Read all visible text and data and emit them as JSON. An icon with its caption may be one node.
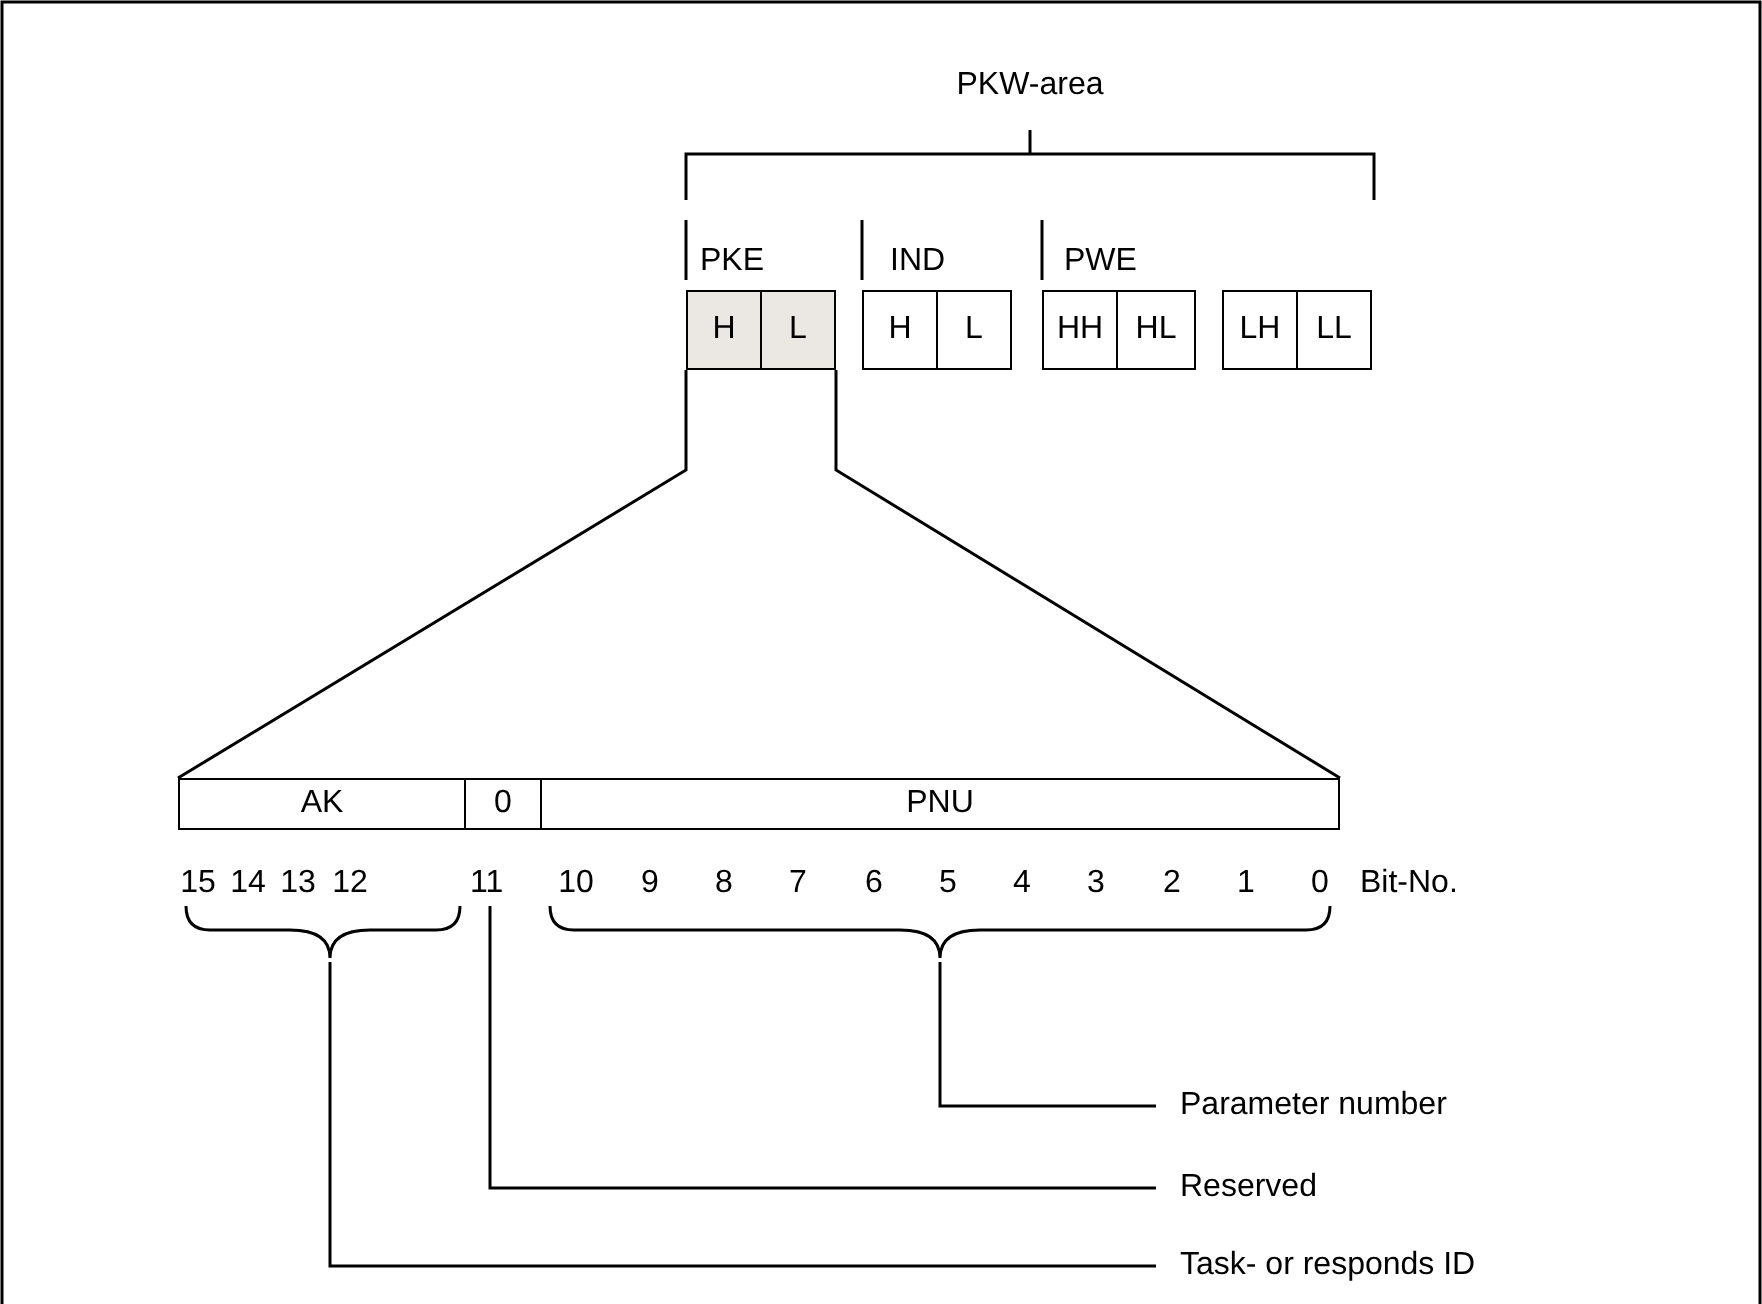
{
  "diagram": {
    "nodes": [
      {
        "text": [
          "H"
        ]
      },
      {
        "text": [
          "L"
        ]
      },
      {
        "text": [
          "H"
        ]
      },
      {
        "text": [
          "L"
        ]
      },
      {
        "text": [
          "HH"
        ]
      },
      {
        "text": [
          "HL"
        ]
      },
      {
        "text": [
          "LH"
        ]
      },
      {
        "text": [
          "LL"
        ]
      },
      {
        "text": [
          "AK"
        ]
      },
      {
        "text": [
          "0"
        ]
      },
      {
        "text": [
          "PNU"
        ]
      },
      {
        "text": [],
        "shape": "brace"
      },
      {
        "text": [
          "11"
        ]
      },
      {
        "text": [],
        "shape": "brace"
      },
      {
        "text": [
          "Parameter number"
        ]
      },
      {
        "text": [
          "Reserved"
        ]
      },
      {
        "text": [
          "Task- or responds ID"
        ]
      }
    ],
    "edges": [
      {
        "from": 0,
        "to": 8,
        "arrow": "none"
      },
      {
        "from": 1,
        "to": 10,
        "arrow": "none"
      },
      {
        "from": 14,
        "to": 13,
        "arrow": "none"
      },
      {
        "from": 15,
        "to": 12,
        "arrow": "none"
      },
      {
        "from": 16,
        "to": 11,
        "arrow": "none"
      }
    ],
    "labels": [
      "PKW-area",
      "PKE",
      "IND",
      "PWE",
      "15",
      "14",
      "13",
      "12",
      "10",
      "9",
      "8",
      "7",
      "6",
      "5",
      "4",
      "3",
      "2",
      "1",
      "0",
      "Bit-No."
    ]
  }
}
